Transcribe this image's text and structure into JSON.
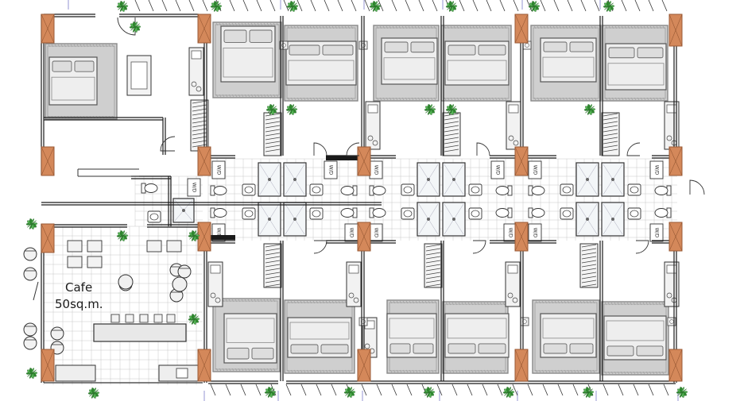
{
  "cafe": {
    "name": "Cafe",
    "area": "50sq.m."
  },
  "appliance_tag": "W/D",
  "colors": {
    "wall": "#1a1a1a",
    "column": "#d4885a",
    "column_stroke": "#9a5a35",
    "rug": "#cfcfcf",
    "bed": "#eeeeee",
    "pillow": "#dddddd",
    "tile": "#c8c8c8",
    "furniture": "#e6e6e6",
    "plant": "#2f8a2f",
    "plant_light": "#56b556",
    "grid_line": "#7a7ac8",
    "wood": "#9a5a35"
  },
  "icons": [
    "plant-icon",
    "toilet-icon",
    "sink-icon",
    "shower-icon",
    "bed-icon",
    "chair-icon",
    "door-swing-icon"
  ]
}
